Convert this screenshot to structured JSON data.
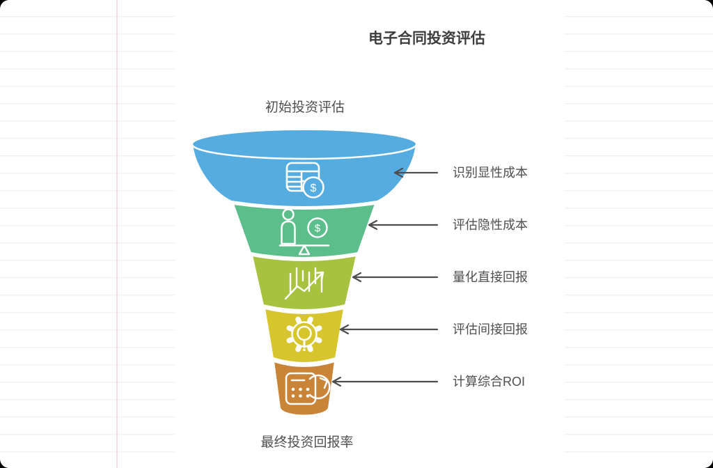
{
  "title": "电子合同投资评估",
  "funnel": {
    "top_label": "初始投资评估",
    "bottom_label": "最终投资回报率",
    "currency_symbol": "$",
    "icon_color": "#ffffff",
    "arrow_color": "#4d4d4d",
    "stages": [
      {
        "label": "识别显性成本",
        "color": "#54ace0",
        "icon": "spreadsheet-dollar-icon"
      },
      {
        "label": "评估隐性成本",
        "color": "#5cbf8b",
        "icon": "person-money-balance-icon"
      },
      {
        "label": "量化直接回报",
        "color": "#a6c23e",
        "icon": "rising-chart-icon"
      },
      {
        "label": "评估间接回报",
        "color": "#d7c52d",
        "icon": "gear-lightbulb-icon"
      },
      {
        "label": "计算综合ROI",
        "color": "#ca8437",
        "icon": "calculator-refresh-icon"
      }
    ]
  },
  "page": {
    "paper_line_color": "#f1f1f1",
    "margin_line_color": "#f9dcdc"
  }
}
